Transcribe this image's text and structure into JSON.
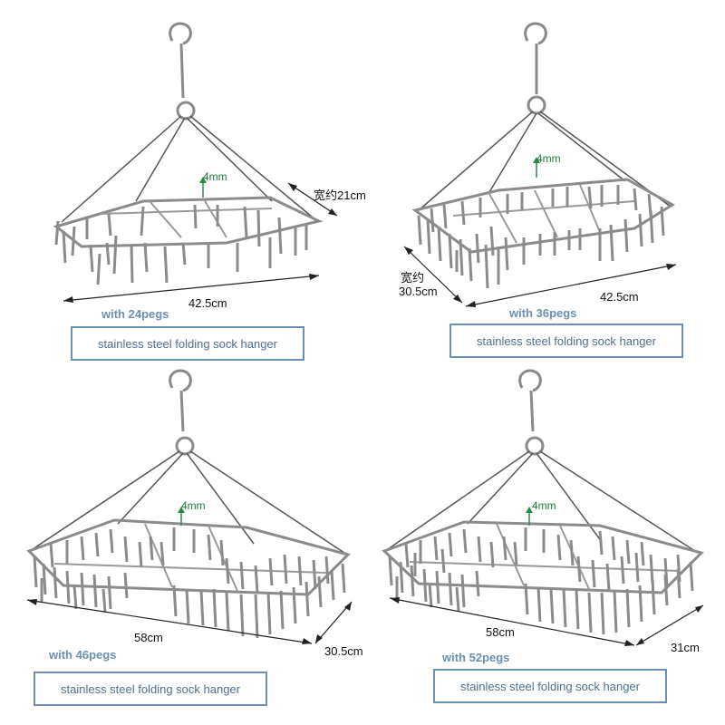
{
  "panels": [
    {
      "id": "p24",
      "thickness": "4mm",
      "width_dim": "宽约21cm",
      "length_dim": "42.5cm",
      "pegs": "with 24pegs",
      "caption": "stainless steel folding sock hanger"
    },
    {
      "id": "p36",
      "thickness": "4mm",
      "width_dim_line1": "宽约",
      "width_dim_line2": "30.5cm",
      "length_dim": "42.5cm",
      "pegs": "with 36pegs",
      "caption": "stainless steel folding sock hanger"
    },
    {
      "id": "p46",
      "thickness": "4mm",
      "length_dim": "58cm",
      "width_dim": "30.5cm",
      "pegs": "with 46pegs",
      "caption": "stainless steel folding sock hanger"
    },
    {
      "id": "p52",
      "thickness": "4mm",
      "length_dim": "58cm",
      "width_dim": "31cm",
      "pegs": "with 52pegs",
      "caption": "stainless steel folding sock hanger"
    }
  ],
  "colors": {
    "caption_border": "#6d8fb2",
    "caption_text": "#4f6f92",
    "pegs_text": "#6a8fb3",
    "thickness_text": "#1b7a3a",
    "metal": "#7a7a7a"
  }
}
